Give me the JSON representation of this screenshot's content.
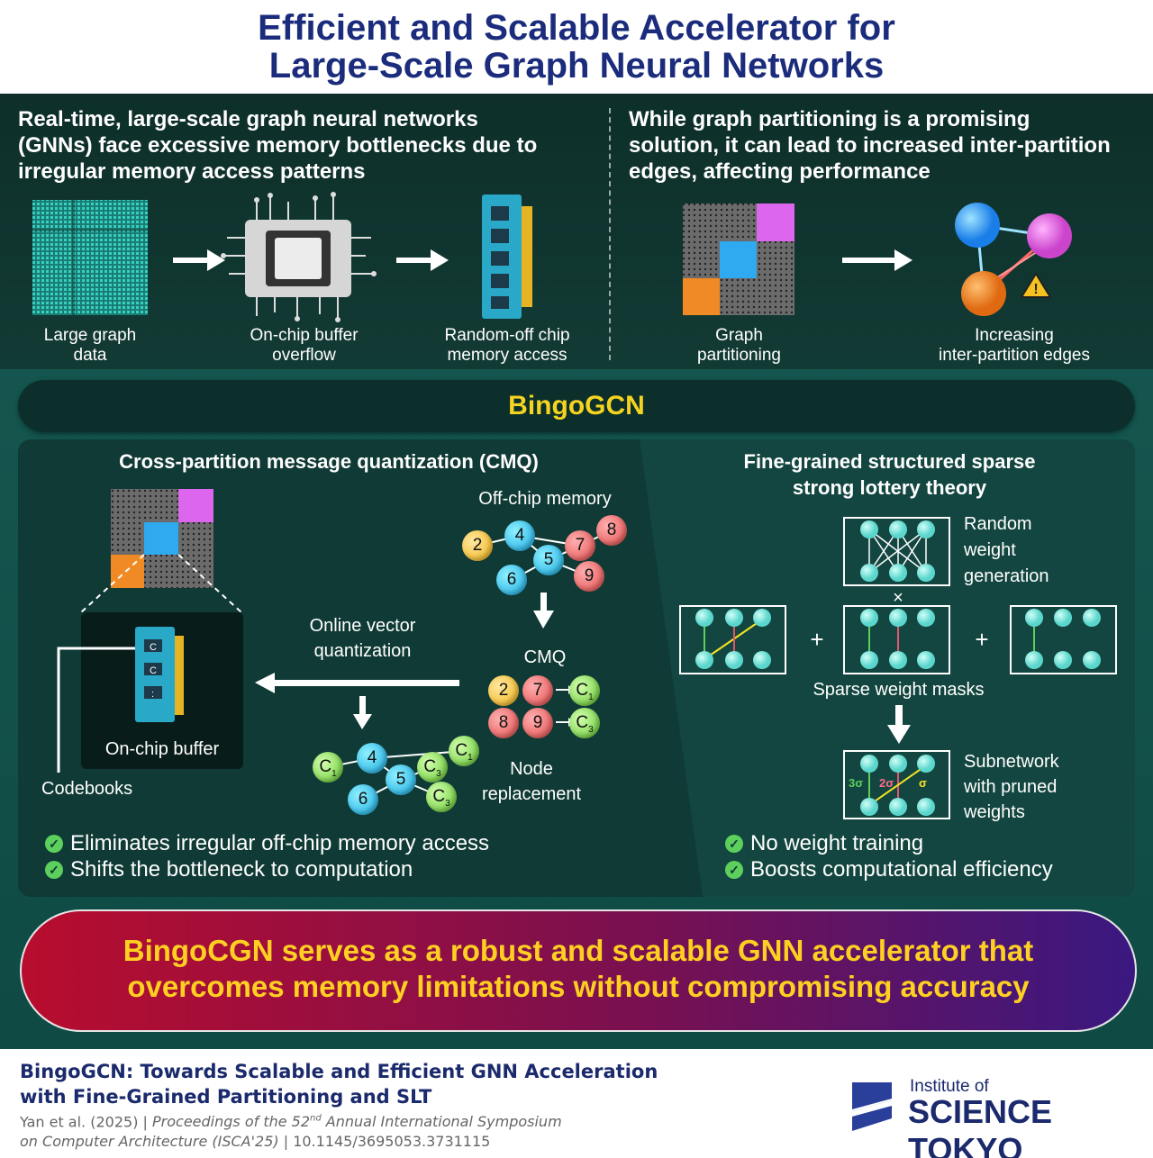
{
  "title": {
    "line1": "Efficient and Scalable Accelerator for",
    "line2": "Large-Scale Graph Neural Networks"
  },
  "problem_left": {
    "heading_lines": [
      "Real-time, large-scale graph neural networks",
      "(GNNs) face excessive memory bottlenecks due to",
      "irregular memory access patterns"
    ],
    "steps": [
      {
        "icon": "graph-matrix-icon",
        "caption_lines": [
          "Large graph",
          "data"
        ]
      },
      {
        "icon": "chip-icon",
        "caption_lines": [
          "On-chip buffer",
          "overflow"
        ]
      },
      {
        "icon": "memory-module-icon",
        "caption_lines": [
          "Random-off chip",
          "memory access"
        ]
      }
    ]
  },
  "problem_right": {
    "heading_lines": [
      "While graph partitioning is a promising",
      "solution, it can lead to increased inter-partition",
      "edges, affecting performance"
    ],
    "steps": [
      {
        "icon": "partition-grid-icon",
        "caption_lines": [
          "Graph",
          "partitioning"
        ]
      },
      {
        "icon": "inter-partition-graph-icon",
        "caption_lines": [
          "Increasing",
          "inter-partition edges"
        ]
      }
    ]
  },
  "method_name": "BingoGCN",
  "cmq": {
    "heading": "Cross-partition message quantization (CMQ)",
    "offchip_label": "Off-chip memory",
    "cmq_label": "CMQ",
    "online_vq_lines": [
      "Online vector",
      "quantization"
    ],
    "onchip_label": "On-chip buffer",
    "codebooks_label": "Codebooks",
    "node_replacement_lines": [
      "Node",
      "replacement"
    ],
    "offchip_nodes": [
      "2",
      "4",
      "7",
      "8",
      "5",
      "6",
      "9"
    ],
    "cmq_pairs": [
      {
        "a": "2",
        "b": "7",
        "c": "C",
        "sub": "1"
      },
      {
        "a": "8",
        "b": "9",
        "c": "C",
        "sub": "3"
      }
    ],
    "result_nodes": [
      "4",
      "5",
      "6"
    ],
    "result_codes": [
      {
        "c": "C",
        "sub": "1"
      },
      {
        "c": "C",
        "sub": "3"
      },
      {
        "c": "C",
        "sub": "1"
      },
      {
        "c": "C",
        "sub": "3"
      }
    ],
    "bullets": [
      "Eliminates irregular off-chip memory access",
      "Shifts the bottleneck to computation"
    ]
  },
  "slt": {
    "heading_lines": [
      "Fine-grained structured sparse",
      "strong lottery theory"
    ],
    "random_weight_lines": [
      "Random",
      "weight",
      "generation"
    ],
    "times_symbol": "×",
    "plus_symbol": "+",
    "sparse_masks_label": "Sparse weight masks",
    "subnetwork_lines": [
      "Subnetwork",
      "with pruned",
      "weights"
    ],
    "weight_labels": [
      "3σ",
      "2σ",
      "σ"
    ],
    "bullets": [
      "No weight training",
      "Boosts computational efficiency"
    ]
  },
  "conclusion_lines": [
    "BingoCGN serves as a robust and scalable GNN accelerator that",
    "overcomes memory limitations without compromising accuracy"
  ],
  "reference": {
    "title_lines": [
      "BingoGCN: Towards Scalable and Efficient GNN Acceleration",
      "with Fine-Grained Partitioning and SLT"
    ],
    "authors": "Yan et al. (2025)",
    "venue_pre": "Proceedings of the 52",
    "venue_sup": "nd",
    "venue_post": " Annual International Symposium",
    "venue_line2": "on Computer Architecture (ISCA'25)",
    "doi": "10.1145/3695053.3731115"
  },
  "institution": {
    "line1": "Institute of",
    "line2": "SCIENCE TOKYO"
  },
  "colors": {
    "title_blue": "#1c2c7c",
    "accent_yellow": "#f5d321",
    "dark_teal": "#0f3a35",
    "node_cyan": "#28c0ee",
    "node_red": "#ef5a5a",
    "node_yellow": "#f5c21f",
    "node_green": "#7be043"
  }
}
